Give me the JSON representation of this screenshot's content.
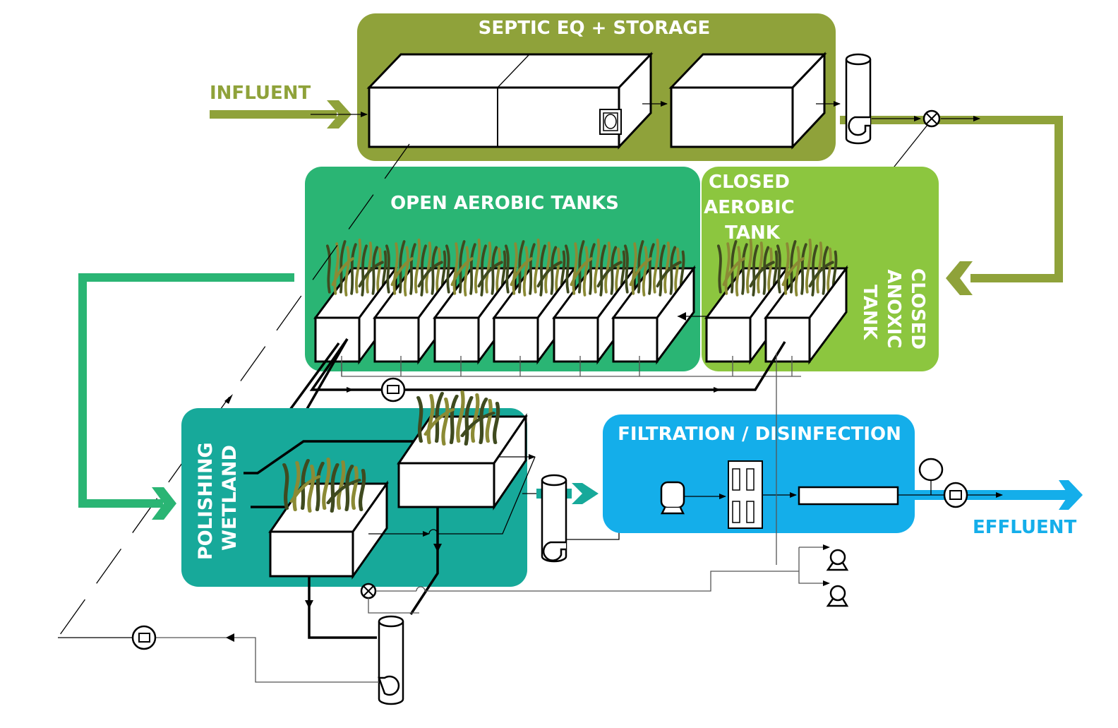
{
  "diagram": {
    "type": "process-flow",
    "colors": {
      "septic": "#8fa23a",
      "open_aerobic": "#2ab574",
      "closed_tanks": "#8cc63f",
      "wetland": "#17a99a",
      "filtration": "#14aeea",
      "recycle_flow": "#2ab574",
      "effluent": "#14aeea"
    },
    "labels": {
      "influent": "INFLUENT",
      "effluent": "EFFLUENT",
      "septic": "SEPTIC EQ + STORAGE",
      "open_aerobic": "OPEN AEROBIC TANKS",
      "closed_aerobic_line1": "CLOSED",
      "closed_aerobic_line2": "AEROBIC",
      "closed_aerobic_line3": "TANK",
      "closed_anoxic_line1": "CLOSED",
      "closed_anoxic_line2": "ANOXIC",
      "closed_anoxic_line3": "TANK",
      "wetland_line1": "POLISHING",
      "wetland_line2": "WETLAND",
      "filtration": "FILTRATION / DISINFECTION"
    },
    "stages": [
      {
        "name": "Septic EQ + Storage",
        "tanks": 3
      },
      {
        "name": "Closed Anoxic Tank",
        "tanks": 1
      },
      {
        "name": "Closed Aerobic Tank",
        "tanks": 1
      },
      {
        "name": "Open Aerobic Tanks",
        "tanks": 6
      },
      {
        "name": "Polishing Wetland",
        "tanks": 2
      },
      {
        "name": "Filtration / Disinfection",
        "units": [
          "pressure vessel",
          "cartridge filters (4)",
          "UV reactor"
        ]
      }
    ]
  }
}
